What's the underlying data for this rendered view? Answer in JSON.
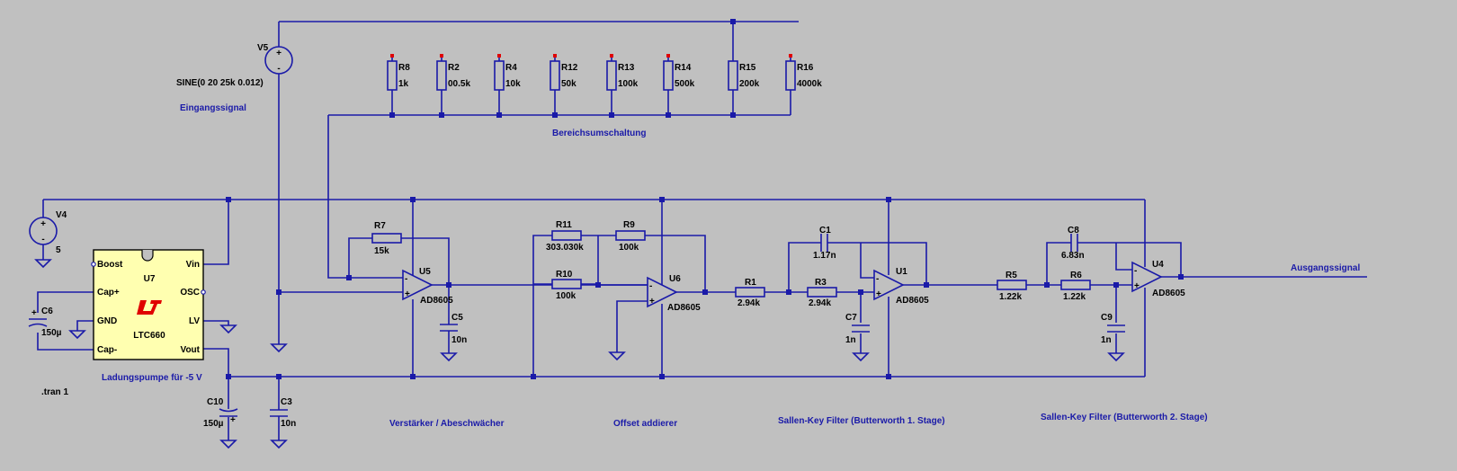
{
  "sources": {
    "v5": {
      "name": "V5",
      "value": "SINE(0 20 25k 0.012)"
    },
    "v4": {
      "name": "V4",
      "value": "5"
    }
  },
  "resistors": {
    "r8": {
      "name": "R8",
      "value": "1k"
    },
    "r2": {
      "name": "R2",
      "value": "00.5k"
    },
    "r4": {
      "name": "R4",
      "value": "10k"
    },
    "r12": {
      "name": "R12",
      "value": "50k"
    },
    "r13": {
      "name": "R13",
      "value": "100k"
    },
    "r14": {
      "name": "R14",
      "value": "500k"
    },
    "r15": {
      "name": "R15",
      "value": "200k"
    },
    "r16": {
      "name": "R16",
      "value": "4000k"
    },
    "r7": {
      "name": "R7",
      "value": "15k"
    },
    "r11": {
      "name": "R11",
      "value": "303.030k"
    },
    "r9": {
      "name": "R9",
      "value": "100k"
    },
    "r10": {
      "name": "R10",
      "value": "100k"
    },
    "r1": {
      "name": "R1",
      "value": "2.94k"
    },
    "r3": {
      "name": "R3",
      "value": "2.94k"
    },
    "r5": {
      "name": "R5",
      "value": "1.22k"
    },
    "r6": {
      "name": "R6",
      "value": "1.22k"
    }
  },
  "capacitors": {
    "c6": {
      "name": "C6",
      "value": "150µ"
    },
    "c10": {
      "name": "C10",
      "value": "150µ"
    },
    "c3": {
      "name": "C3",
      "value": "10n"
    },
    "c5": {
      "name": "C5",
      "value": "10n"
    },
    "c1": {
      "name": "C1",
      "value": "1.17n"
    },
    "c7": {
      "name": "C7",
      "value": "1n"
    },
    "c8": {
      "name": "C8",
      "value": "6.83n"
    },
    "c9": {
      "name": "C9",
      "value": "1n"
    }
  },
  "opamps": {
    "u5": {
      "name": "U5",
      "model": "AD8605"
    },
    "u6": {
      "name": "U6",
      "model": "AD8605"
    },
    "u1": {
      "name": "U1",
      "model": "AD8605"
    },
    "u4": {
      "name": "U4",
      "model": "AD8605"
    }
  },
  "chip": {
    "name": "U7",
    "model": "LTC660",
    "pins": {
      "boost": "Boost",
      "cap_plus": "Cap+",
      "gnd": "GND",
      "cap_minus": "Cap-",
      "vin": "Vin",
      "osc": "OSC",
      "lv": "LV",
      "vout": "Vout"
    }
  },
  "labels": {
    "input": "Eingangssignal",
    "range": "Bereichsumschaltung",
    "charge_pump": "Ladungspumpe für -5 V",
    "amp": "Verstärker / Abeschwächer",
    "offset": "Offset addierer",
    "filter1": "Sallen-Key Filter (Butterworth 1. Stage)",
    "filter2": "Sallen-Key Filter (Butterworth 2. Stage)",
    "output": "Ausgangssignal",
    "tran": ".tran 1"
  },
  "symbols": {
    "plus": "+",
    "minus": "-",
    "pin_plus": "+",
    "pin_minus": "-"
  }
}
